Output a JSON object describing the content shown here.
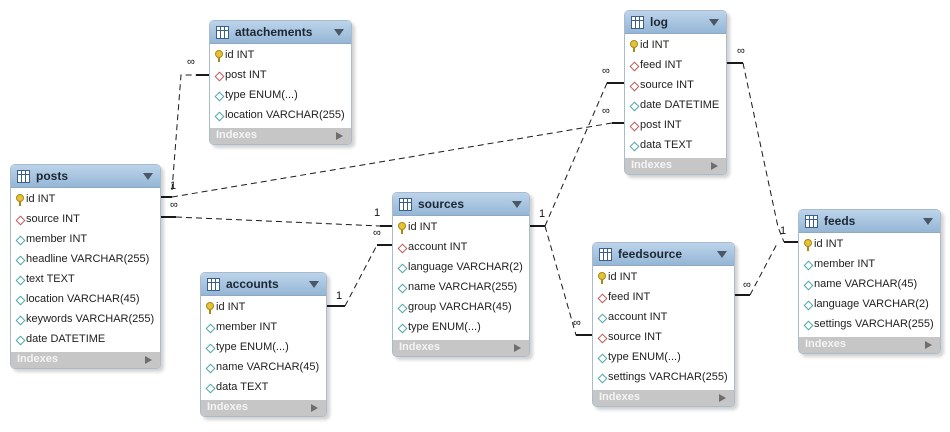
{
  "tables": [
    {
      "name": "attachements",
      "columns": [
        {
          "label": "id INT",
          "kind": "key-icon"
        },
        {
          "label": "post INT",
          "kind": "foreign-key-icon"
        },
        {
          "label": "type ENUM(...)",
          "kind": "column-icon"
        },
        {
          "label": "location VARCHAR(255)",
          "kind": "column-icon"
        }
      ],
      "indexes_label": "Indexes"
    },
    {
      "name": "log",
      "columns": [
        {
          "label": "id INT",
          "kind": "key-icon"
        },
        {
          "label": "feed INT",
          "kind": "foreign-key-icon"
        },
        {
          "label": "source INT",
          "kind": "foreign-key-icon"
        },
        {
          "label": "date DATETIME",
          "kind": "column-icon"
        },
        {
          "label": "post INT",
          "kind": "foreign-key-icon"
        },
        {
          "label": "data TEXT",
          "kind": "column-icon"
        }
      ],
      "indexes_label": "Indexes"
    },
    {
      "name": "posts",
      "columns": [
        {
          "label": "id INT",
          "kind": "key-icon"
        },
        {
          "label": "source INT",
          "kind": "foreign-key-icon"
        },
        {
          "label": "member INT",
          "kind": "column-icon"
        },
        {
          "label": "headline VARCHAR(255)",
          "kind": "column-icon"
        },
        {
          "label": "text TEXT",
          "kind": "column-icon"
        },
        {
          "label": "location VARCHAR(45)",
          "kind": "column-icon"
        },
        {
          "label": "keywords VARCHAR(255)",
          "kind": "column-icon"
        },
        {
          "label": "date DATETIME",
          "kind": "column-icon"
        }
      ],
      "indexes_label": "Indexes"
    },
    {
      "name": "sources",
      "columns": [
        {
          "label": "id INT",
          "kind": "key-icon"
        },
        {
          "label": "account INT",
          "kind": "foreign-key-icon"
        },
        {
          "label": "language VARCHAR(2)",
          "kind": "column-icon"
        },
        {
          "label": "name VARCHAR(255)",
          "kind": "column-icon"
        },
        {
          "label": "group VARCHAR(45)",
          "kind": "column-icon"
        },
        {
          "label": "type ENUM(...)",
          "kind": "column-icon"
        }
      ],
      "indexes_label": "Indexes"
    },
    {
      "name": "accounts",
      "columns": [
        {
          "label": "id INT",
          "kind": "key-icon"
        },
        {
          "label": "member INT",
          "kind": "column-icon"
        },
        {
          "label": "type ENUM(...)",
          "kind": "column-icon"
        },
        {
          "label": "name VARCHAR(45)",
          "kind": "column-icon"
        },
        {
          "label": "data TEXT",
          "kind": "column-icon"
        }
      ],
      "indexes_label": "Indexes"
    },
    {
      "name": "feedsource",
      "columns": [
        {
          "label": "id INT",
          "kind": "key-icon"
        },
        {
          "label": "feed INT",
          "kind": "foreign-key-icon"
        },
        {
          "label": "account INT",
          "kind": "column-icon"
        },
        {
          "label": "source INT",
          "kind": "foreign-key-icon"
        },
        {
          "label": "type ENUM(...)",
          "kind": "column-icon"
        },
        {
          "label": "settings VARCHAR(255)",
          "kind": "column-icon"
        }
      ],
      "indexes_label": "Indexes"
    },
    {
      "name": "feeds",
      "columns": [
        {
          "label": "id INT",
          "kind": "key-icon"
        },
        {
          "label": "member INT",
          "kind": "column-icon"
        },
        {
          "label": "name VARCHAR(45)",
          "kind": "column-icon"
        },
        {
          "label": "language VARCHAR(2)",
          "kind": "column-icon"
        },
        {
          "label": "settings VARCHAR(255)",
          "kind": "column-icon"
        }
      ],
      "indexes_label": "Indexes"
    }
  ],
  "relationships": [
    {
      "from": "posts",
      "to": "attachements",
      "one": "1",
      "many": "∞"
    },
    {
      "from": "posts",
      "to": "log",
      "one": "",
      "many": "∞"
    },
    {
      "from": "posts",
      "to": "sources",
      "one": "1",
      "many": "∞"
    },
    {
      "from": "accounts",
      "to": "sources",
      "one": "1",
      "many": "∞"
    },
    {
      "from": "sources",
      "to": "log",
      "one": "1",
      "many": "∞"
    },
    {
      "from": "sources",
      "to": "feedsource",
      "one": "",
      "many": "∞"
    },
    {
      "from": "log",
      "to": "feeds",
      "one": "1",
      "many": "∞"
    },
    {
      "from": "feedsource",
      "to": "feeds",
      "one": "",
      "many": "∞"
    }
  ],
  "cardinality_labels": {
    "one": "1",
    "many": "∞"
  }
}
